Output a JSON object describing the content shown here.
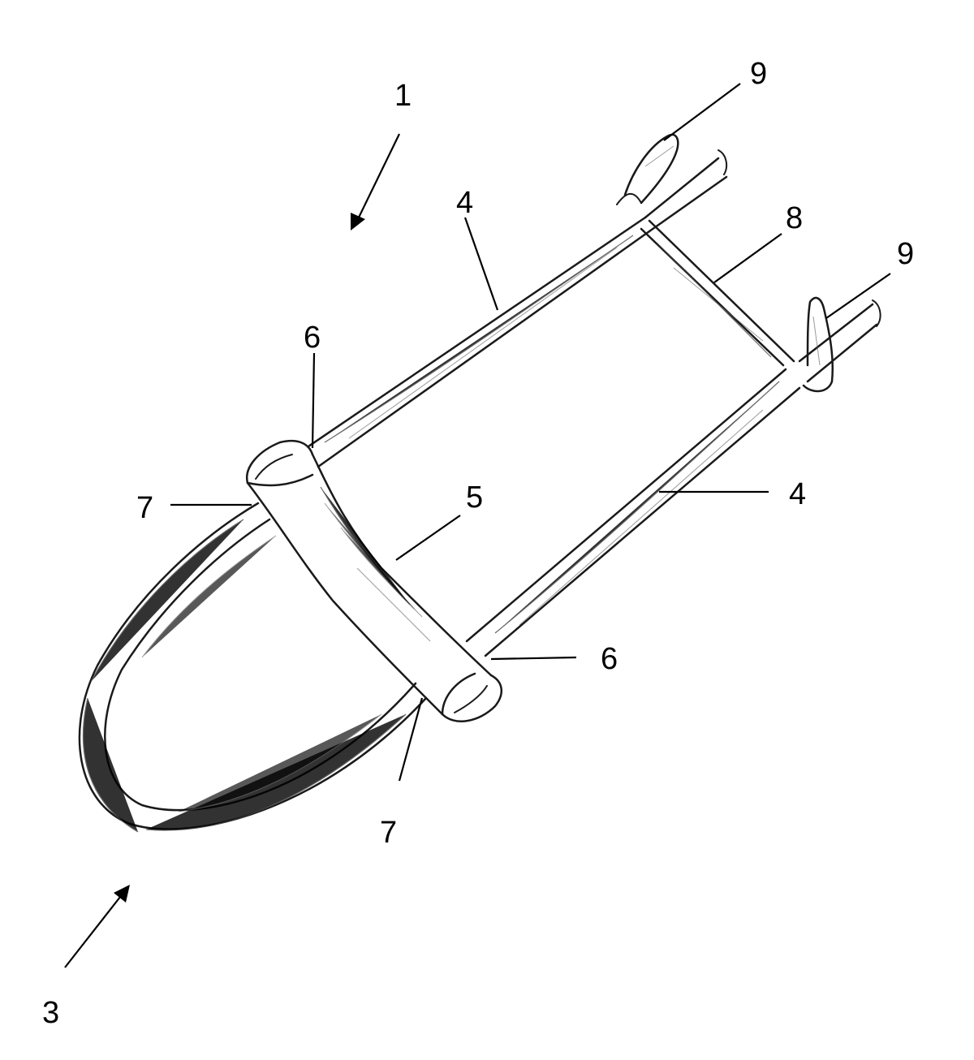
{
  "figure": {
    "labels": {
      "l1": "1",
      "l3": "3",
      "l4a": "4",
      "l4b": "4",
      "l5": "5",
      "l6a": "6",
      "l6b": "6",
      "l7a": "7",
      "l7b": "7",
      "l8": "8",
      "l9a": "9",
      "l9b": "9"
    },
    "colors": {
      "ink": "#1a1a1a",
      "background": "#ffffff"
    }
  }
}
